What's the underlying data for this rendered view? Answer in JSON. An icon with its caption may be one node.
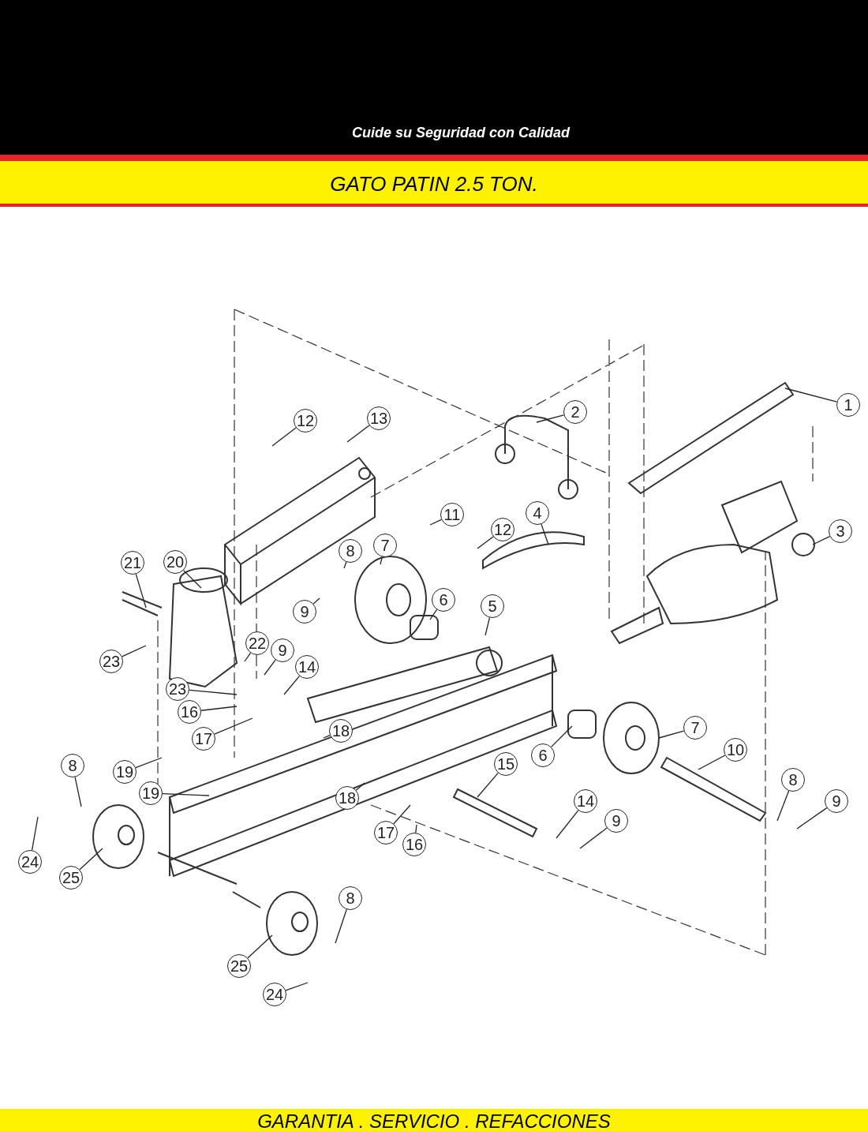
{
  "diagram": {
    "title": "GATO PATIN 2.5 TON.",
    "nodes": [
      {
        "text": [
          "1"
        ]
      },
      {
        "text": [
          "2"
        ]
      },
      {
        "text": [
          "3"
        ]
      },
      {
        "text": [
          "4"
        ]
      },
      {
        "text": [
          "5"
        ]
      },
      {
        "text": [
          "6"
        ]
      },
      {
        "text": [
          "6"
        ]
      },
      {
        "text": [
          "7"
        ]
      },
      {
        "text": [
          "7"
        ]
      },
      {
        "text": [
          "8"
        ]
      },
      {
        "text": [
          "8"
        ]
      },
      {
        "text": [
          "8"
        ]
      },
      {
        "text": [
          "8"
        ]
      },
      {
        "text": [
          "9"
        ]
      },
      {
        "text": [
          "9"
        ]
      },
      {
        "text": [
          "9"
        ]
      },
      {
        "text": [
          "9"
        ]
      },
      {
        "text": [
          "10"
        ]
      },
      {
        "text": [
          "11"
        ]
      },
      {
        "text": [
          "12"
        ]
      },
      {
        "text": [
          "12"
        ]
      },
      {
        "text": [
          "13"
        ]
      },
      {
        "text": [
          "14"
        ]
      },
      {
        "text": [
          "14"
        ]
      },
      {
        "text": [
          "15"
        ]
      },
      {
        "text": [
          "16"
        ]
      },
      {
        "text": [
          "16"
        ]
      },
      {
        "text": [
          "17"
        ]
      },
      {
        "text": [
          "17"
        ]
      },
      {
        "text": [
          "18"
        ]
      },
      {
        "text": [
          "18"
        ]
      },
      {
        "text": [
          "19"
        ]
      },
      {
        "text": [
          "19"
        ]
      },
      {
        "text": [
          "20"
        ]
      },
      {
        "text": [
          "21"
        ]
      },
      {
        "text": [
          "22"
        ]
      },
      {
        "text": [
          "23"
        ]
      },
      {
        "text": [
          "23"
        ]
      },
      {
        "text": [
          "24"
        ]
      },
      {
        "text": [
          "24"
        ]
      },
      {
        "text": [
          "25"
        ]
      },
      {
        "text": [
          "25"
        ]
      }
    ],
    "edges": [
      {
        "from": 0,
        "to": null,
        "arrow": "none"
      },
      {
        "from": 1,
        "to": null,
        "arrow": "none"
      },
      {
        "from": 2,
        "to": null,
        "arrow": "none"
      },
      {
        "from": 3,
        "to": null,
        "arrow": "none"
      },
      {
        "from": 4,
        "to": null,
        "arrow": "none"
      },
      {
        "from": 5,
        "to": null,
        "arrow": "none"
      },
      {
        "from": 6,
        "to": null,
        "arrow": "none"
      },
      {
        "from": 7,
        "to": null,
        "arrow": "none"
      },
      {
        "from": 8,
        "to": null,
        "arrow": "none"
      },
      {
        "from": 9,
        "to": null,
        "arrow": "none"
      },
      {
        "from": 10,
        "to": null,
        "arrow": "none"
      },
      {
        "from": 11,
        "to": null,
        "arrow": "none"
      },
      {
        "from": 12,
        "to": null,
        "arrow": "none"
      },
      {
        "from": 13,
        "to": null,
        "arrow": "none"
      },
      {
        "from": 14,
        "to": null,
        "arrow": "none"
      },
      {
        "from": 15,
        "to": null,
        "arrow": "none"
      },
      {
        "from": 16,
        "to": null,
        "arrow": "none"
      },
      {
        "from": 17,
        "to": null,
        "arrow": "none"
      },
      {
        "from": 18,
        "to": null,
        "arrow": "none"
      },
      {
        "from": 19,
        "to": null,
        "arrow": "none"
      },
      {
        "from": 20,
        "to": null,
        "arrow": "none"
      },
      {
        "from": 21,
        "to": null,
        "arrow": "none"
      },
      {
        "from": 22,
        "to": null,
        "arrow": "none"
      },
      {
        "from": 23,
        "to": null,
        "arrow": "none"
      },
      {
        "from": 24,
        "to": null,
        "arrow": "none"
      },
      {
        "from": 25,
        "to": null,
        "arrow": "none"
      },
      {
        "from": 26,
        "to": null,
        "arrow": "none"
      },
      {
        "from": 27,
        "to": null,
        "arrow": "none"
      },
      {
        "from": 28,
        "to": null,
        "arrow": "none"
      },
      {
        "from": 29,
        "to": null,
        "arrow": "none"
      },
      {
        "from": 30,
        "to": null,
        "arrow": "none"
      },
      {
        "from": 31,
        "to": null,
        "arrow": "none"
      },
      {
        "from": 32,
        "to": null,
        "arrow": "none"
      },
      {
        "from": 33,
        "to": null,
        "arrow": "none"
      },
      {
        "from": 34,
        "to": null,
        "arrow": "none"
      },
      {
        "from": 35,
        "to": null,
        "arrow": "none"
      },
      {
        "from": 36,
        "to": null,
        "arrow": "none"
      },
      {
        "from": 37,
        "to": null,
        "arrow": "none"
      },
      {
        "from": 38,
        "to": null,
        "arrow": "none"
      },
      {
        "from": 39,
        "to": null,
        "arrow": "none"
      },
      {
        "from": 40,
        "to": null,
        "arrow": "none"
      },
      {
        "from": 41,
        "to": null,
        "arrow": "none"
      }
    ],
    "labels": [
      "Cuide su Seguridad con Calidad",
      "GARANTIA . SERVICIO . REFACCIONES"
    ]
  }
}
